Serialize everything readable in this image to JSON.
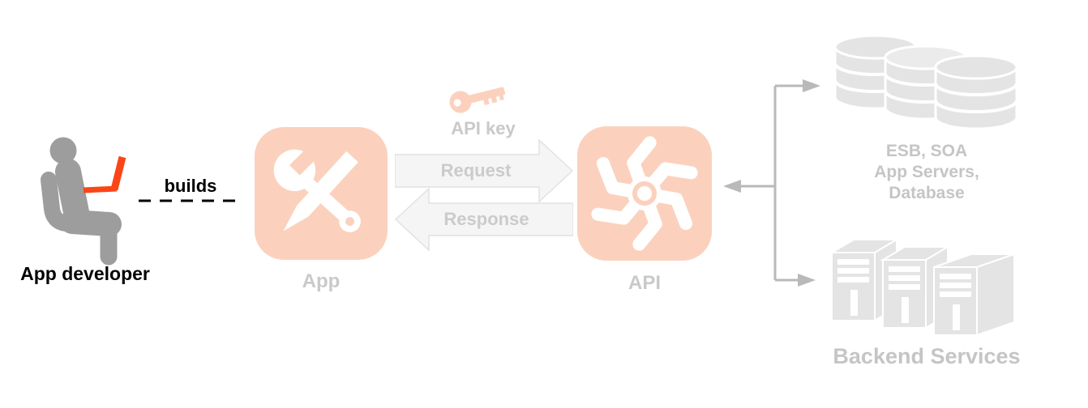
{
  "colors": {
    "salmon": "#FBD1BE",
    "orange": "#FA4616",
    "person_gray": "#9D9D9D",
    "label_gray": "#C9C9C9",
    "right_icon_gray": "#E4E4E4",
    "right_text_gray": "#C5C5C5",
    "arrow_fill": "#F5F5F5",
    "arrow_border": "#E2E2E2",
    "arrow_text": "#CBCBCB",
    "connector_gray": "#B9B9B9",
    "text_black": "#000000"
  },
  "diagram": {
    "developer": {
      "label": "App developer",
      "relation_label": "builds",
      "icon": "seated-developer-laptop-icon"
    },
    "app_node": {
      "label": "App",
      "icon": "wrench-pencil-icon"
    },
    "exchange": {
      "api_key_label": "API key",
      "key_icon": "key-icon",
      "request_label": "Request",
      "response_label": "Response"
    },
    "api_node": {
      "label": "API",
      "icon": "gear-pinwheel-icon"
    },
    "datastore_node": {
      "label_lines": [
        "ESB, SOA",
        "App Servers,",
        "Database"
      ],
      "icon": "database-stack-icon"
    },
    "services_node": {
      "label": "Backend Services",
      "icon": "server-towers-icon"
    }
  }
}
